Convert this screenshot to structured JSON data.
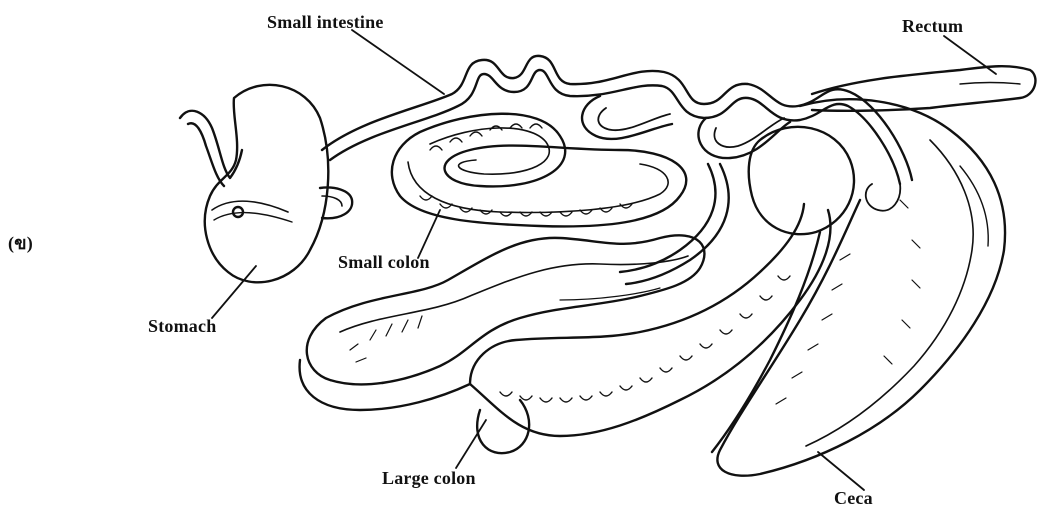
{
  "figure": {
    "marker": "(ข)"
  },
  "labels": {
    "small_intestine": "Small intestine",
    "rectum": "Rectum",
    "small_colon": "Small colon",
    "stomach": "Stomach",
    "large_colon": "Large colon",
    "ceca": "Ceca"
  }
}
